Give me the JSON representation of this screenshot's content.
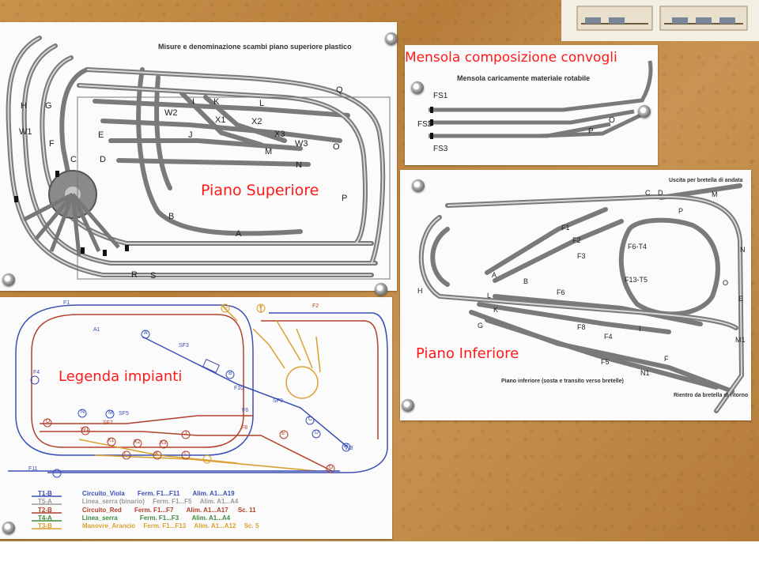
{
  "photo": {
    "description_colors": {
      "cork": "#c08a45",
      "paper": "#fbfbfb",
      "caption": "#ff1a1a",
      "track": "#7a7a7a"
    }
  },
  "upper_plan": {
    "caption": "Piano Superiore",
    "print_title": "Misure e denominazione scambi piano superiore plastico",
    "labels": {
      "h": "H",
      "g": "G",
      "w1": "W1",
      "f": "F",
      "c": "C",
      "d": "D",
      "e": "E",
      "w2": "W2",
      "i": "I",
      "k": "K",
      "l": "L",
      "x1": "X1",
      "x2": "X2",
      "x3": "X3",
      "j": "J",
      "m": "M",
      "w3": "W3",
      "n": "N",
      "o": "O",
      "q": "Q",
      "p": "P",
      "a": "A",
      "b": "B",
      "r": "R",
      "s": "S"
    }
  },
  "shelf_plan": {
    "caption": "Mensola composizione convogli",
    "print_title": "Mensola caricamente materiale rotabile",
    "labels": {
      "fs1": "FS1",
      "fs2": "FS2",
      "fs3": "FS3",
      "o": "O",
      "p": "P"
    }
  },
  "lower_plan": {
    "caption": "Piano Inferiore",
    "print_title_top": "Uscita per bretella di andata",
    "print_title_bottom": "Piano inferiore (sosta e transito verso bretelle)",
    "print_title_return": "Rientro da bretella di ritorno",
    "labels": {
      "c": "C",
      "d": "D",
      "m": "M",
      "p": "P",
      "f1": "F1",
      "f2": "F2",
      "f3": "F3",
      "f6t4": "F6-T4",
      "f13t5": "F13-T5",
      "a": "A",
      "b": "B",
      "h": "H",
      "l": "L",
      "k": "K",
      "f6": "F6",
      "g": "G",
      "f8": "F8",
      "f4": "F4",
      "f5": "F5",
      "n1": "N1",
      "f": "F",
      "i": "I",
      "e": "E",
      "o": "O",
      "n": "N",
      "m1": "M1"
    }
  },
  "legend_plan": {
    "caption": "Legenda impianti",
    "rows": [
      {
        "code": "T1-B",
        "name": "Circuito_Viola",
        "stops": "Ferm. F1...F11",
        "power": "Alim. A1...A19",
        "extra": "",
        "color": "#3a4fb5"
      },
      {
        "code": "T5-A",
        "name": "Linea_serra (binario)",
        "stops": "Ferm. F1...F5",
        "power": "Alim. A1...A4",
        "extra": "",
        "color": "#9a9a9a"
      },
      {
        "code": "T2-B",
        "name": "Circuito_Red",
        "stops": "Ferm. F1...F7",
        "power": "Alim. A1...A17",
        "extra": "Sc. 11",
        "color": "#b3402a"
      },
      {
        "code": "T4-A",
        "name": "Linea_serra",
        "stops": "Ferm. F1...F3",
        "power": "Alim. A1...A4",
        "extra": "",
        "color": "#3f8a3f"
      },
      {
        "code": "T3-B",
        "name": "Manovre_Arancio",
        "stops": "Ferm. F1...F13",
        "power": "Alim. A1...A12",
        "extra": "Sc. 5",
        "color": "#d9a030"
      }
    ],
    "signals": {
      "f1": "F1",
      "f2": "F2",
      "a1": "A1",
      "a": "A",
      "sf3": "SF3",
      "b": "B",
      "f4": "F4",
      "f10": "F10",
      "sf9": "SF9",
      "n": "N",
      "m": "M",
      "sf5": "SF5",
      "sf7": "SF7",
      "f6": "F6",
      "f8": "F8",
      "f11": "F11",
      "c": "C",
      "o": "O",
      "w1": "W1",
      "x1": "X1",
      "x2": "X2",
      "x3": "X3",
      "l": "L",
      "k": "K",
      "i": "I",
      "j": "J",
      "e": "E",
      "d": "D",
      "g": "G",
      "h": "H",
      "q": "Q",
      "p": "P",
      "w3": "W3"
    }
  }
}
